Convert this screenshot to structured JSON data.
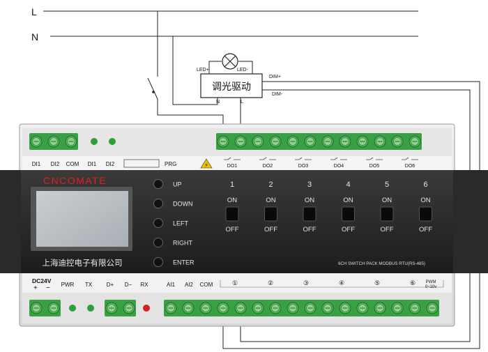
{
  "wiring": {
    "line_label": "L",
    "neutral_label": "N",
    "driver_label": "调光驱动",
    "led_plus": "LED+",
    "led_minus": "LED-",
    "driver_n": "N",
    "driver_l": "L",
    "dim_plus": "DIM+",
    "dim_minus": "DIM-"
  },
  "device": {
    "brand": "CNCOMATE",
    "company": "上海迪控电子有限公司",
    "model": "6CH SWITCH PACK MODBUS RTU(RS-485)",
    "top_inputs": [
      "DI1",
      "DI2",
      "COM",
      "DI1",
      "DI2"
    ],
    "prg_label": "PRG",
    "outputs": [
      "DO1",
      "DO2",
      "DO3",
      "DO4",
      "DO5",
      "DO6"
    ],
    "buttons": [
      "UP",
      "DOWN",
      "LEFT",
      "RIGHT",
      "ENTER"
    ],
    "channels": [
      {
        "num": "1",
        "on": "ON",
        "off": "OFF"
      },
      {
        "num": "2",
        "on": "ON",
        "off": "OFF"
      },
      {
        "num": "3",
        "on": "ON",
        "off": "OFF"
      },
      {
        "num": "4",
        "on": "ON",
        "off": "OFF"
      },
      {
        "num": "5",
        "on": "ON",
        "off": "OFF"
      },
      {
        "num": "6",
        "on": "ON",
        "off": "OFF"
      }
    ],
    "power_label": "DC24V",
    "power_plus": "+",
    "power_minus": "−",
    "bottom_labels": [
      "PWR",
      "TX",
      "D+",
      "D−",
      "RX",
      "AI1",
      "AI2",
      "COM"
    ],
    "pwm_circles": [
      "①",
      "②",
      "③",
      "④",
      "⑤",
      "⑥"
    ],
    "pwm_label": "PWM",
    "pwm_range": "0~10v"
  },
  "colors": {
    "terminal_green": "#3aa046",
    "led_green": "#2e9e3a",
    "led_red": "#d42020",
    "brand_red": "#e0201c",
    "warning_yellow": "#f2c000"
  }
}
